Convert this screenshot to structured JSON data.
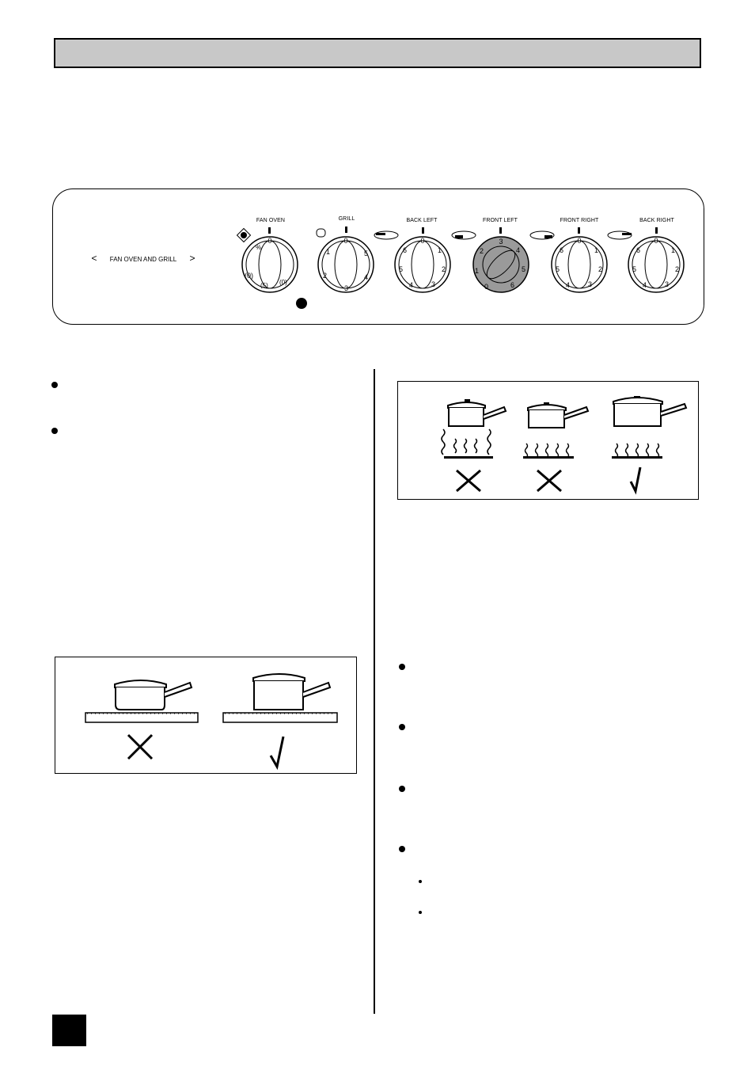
{
  "panel": {
    "fan_oven_and_grill": "FAN OVEN AND GRILL",
    "knobs": [
      {
        "label": "FAN OVEN",
        "top_mark": "0"
      },
      {
        "label": "GRILL",
        "marks": [
          "0",
          "1",
          "2",
          "3",
          "4",
          "5"
        ]
      },
      {
        "label": "BACK LEFT",
        "marks": [
          "0",
          "1",
          "2",
          "3",
          "4",
          "5",
          "6"
        ]
      },
      {
        "label": "FRONT LEFT",
        "marks": [
          "3",
          "4",
          "5",
          "6",
          "0",
          "1",
          "2"
        ]
      },
      {
        "label": "FRONT RIGHT",
        "marks": [
          "0",
          "1",
          "2",
          "3",
          "4",
          "5",
          "6"
        ]
      },
      {
        "label": "BACK RIGHT",
        "marks": [
          "0",
          "1",
          "2",
          "3",
          "4",
          "5",
          "6"
        ]
      }
    ],
    "highlighted_knob": "FRONT LEFT"
  },
  "figures": {
    "pan_size": {
      "marks": [
        "cross",
        "cross",
        "tick"
      ]
    },
    "pan_base": {
      "marks": [
        "cross",
        "tick"
      ]
    }
  },
  "colors": {
    "title_bar": "#c8c8c8",
    "highlight_knob": "#9a9a9a",
    "ink": "#000000"
  }
}
